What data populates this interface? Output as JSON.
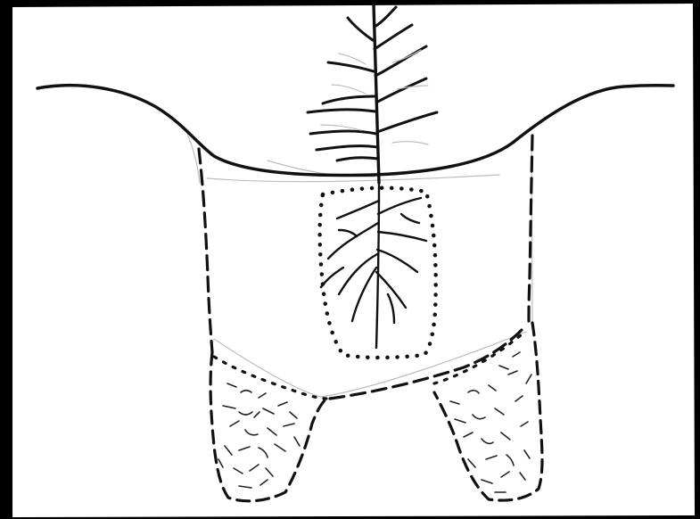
{
  "figure": {
    "background": "#000000",
    "paper": "#ffffff",
    "ink": "#111111",
    "faint_ink": "#bdbdbd",
    "elements": [
      "soil-surface",
      "planting-hole",
      "root-ball",
      "seedling",
      "side-pockets"
    ]
  }
}
